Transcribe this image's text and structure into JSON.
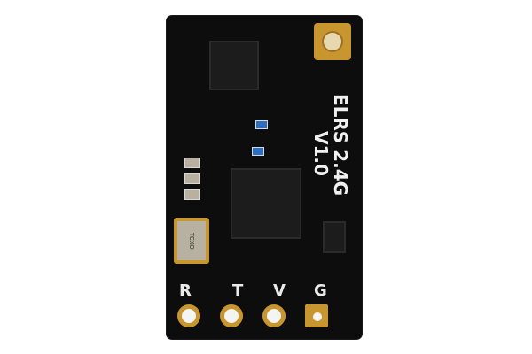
{
  "image": {
    "subject": "ELRS 2.4GHz receiver circuit board",
    "silkscreen": {
      "model": "ELRS 2.4G",
      "version": "V1.0"
    },
    "pins": [
      {
        "label": "R"
      },
      {
        "label": "T"
      },
      {
        "label": "V"
      },
      {
        "label": "G"
      }
    ],
    "crystal_marking": "TCXO",
    "colors": {
      "board": "#0d0d0d",
      "gold": "#c8962e",
      "background": "#ffffff"
    }
  }
}
